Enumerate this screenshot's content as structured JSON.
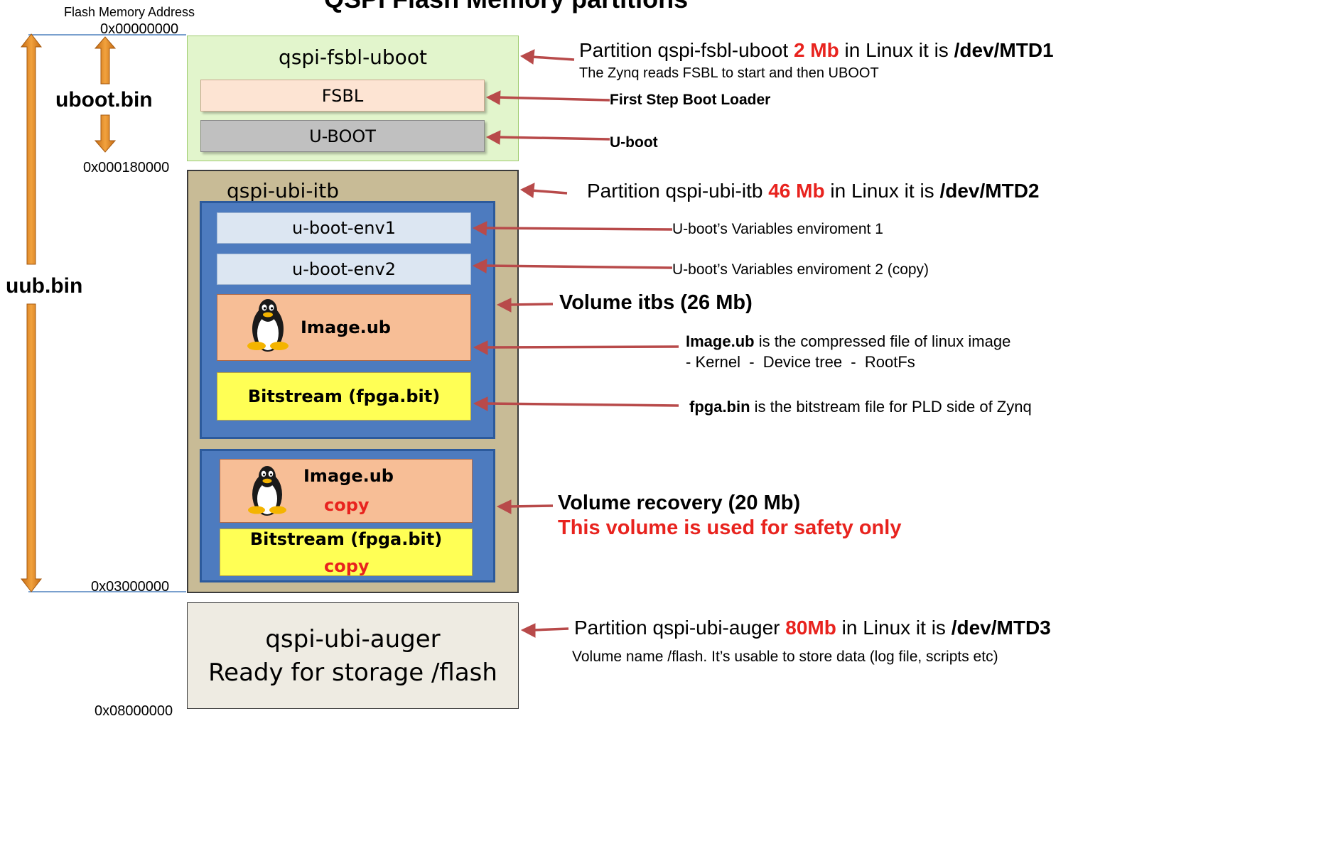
{
  "title": "QSPI Flash Memory partitions",
  "address_header": "Flash Memory Address",
  "addresses": {
    "a0": "0x00000000",
    "a1": "0x000180000",
    "a2": "0x03000000",
    "a3": "0x08000000"
  },
  "left_labels": {
    "uboot": "uboot.bin",
    "uub": "uub.bin"
  },
  "partition1": {
    "name": "qspi-fsbl-uboot",
    "fsbl": "FSBL",
    "uboot": "U-BOOT",
    "desc_pre": "Partition qspi-fsbl-uboot ",
    "desc_size": "2 Mb",
    "desc_mid": " in Linux it is ",
    "desc_dev": "/dev/MTD1",
    "desc_sub": "The Zynq reads FSBL to start and then UBOOT",
    "fsbl_note": "First Step Boot Loader",
    "uboot_note": "U-boot"
  },
  "partition2": {
    "name": "qspi-ubi-itb",
    "env1": "u-boot-env1",
    "env2": "u-boot-env2",
    "image": "Image.ub",
    "bitstream": "Bitstream (fpga.bit)",
    "desc_pre": "Partition qspi-ubi-itb ",
    "desc_size": "46 Mb",
    "desc_mid": " in Linux it is ",
    "desc_dev": "/dev/MTD2",
    "env1_note": "U-boot’s Variables enviroment 1",
    "env2_note": "U-boot’s Variables enviroment 2 (copy)",
    "volume_itbs": "Volume itbs (26 Mb)",
    "image_note_bold": "Image.ub",
    "image_note_rest": " is the compressed file of linux image",
    "image_note_line2": "- Kernel  -  Device tree  -  RootFs",
    "fpga_note_bold": "fpga.bin",
    "fpga_note_rest": " is the bitstream file for PLD side of  Zynq",
    "recovery_image": "Image.ub",
    "recovery_bitstream": "Bitstream (fpga.bit)",
    "copy": "copy",
    "volume_recovery": "Volume recovery (20 Mb)",
    "recovery_note": "This volume is used for safety only"
  },
  "partition3": {
    "name": "qspi-ubi-auger",
    "subtitle": "Ready for storage /flash",
    "desc_pre": "Partition qspi-ubi-auger ",
    "desc_size": "80Mb",
    "desc_mid": " in Linux it is ",
    "desc_dev": "/dev/MTD3",
    "desc_sub": "Volume name /flash. It’s usable to store data (log file, scripts etc)"
  },
  "colors": {
    "arrow_red": "#b84a4a",
    "arrow_orange": "#dd8a2a",
    "highlight_red": "#e8231e",
    "p1_fill": "#e2f5cc",
    "p2_fill": "#c8bb96",
    "volume_blue": "#4d7bbf",
    "env_fill": "#dce6f2",
    "image_fill": "#f7be96",
    "bitstream_fill": "#ffff55",
    "p3_fill": "#eeebe2"
  }
}
